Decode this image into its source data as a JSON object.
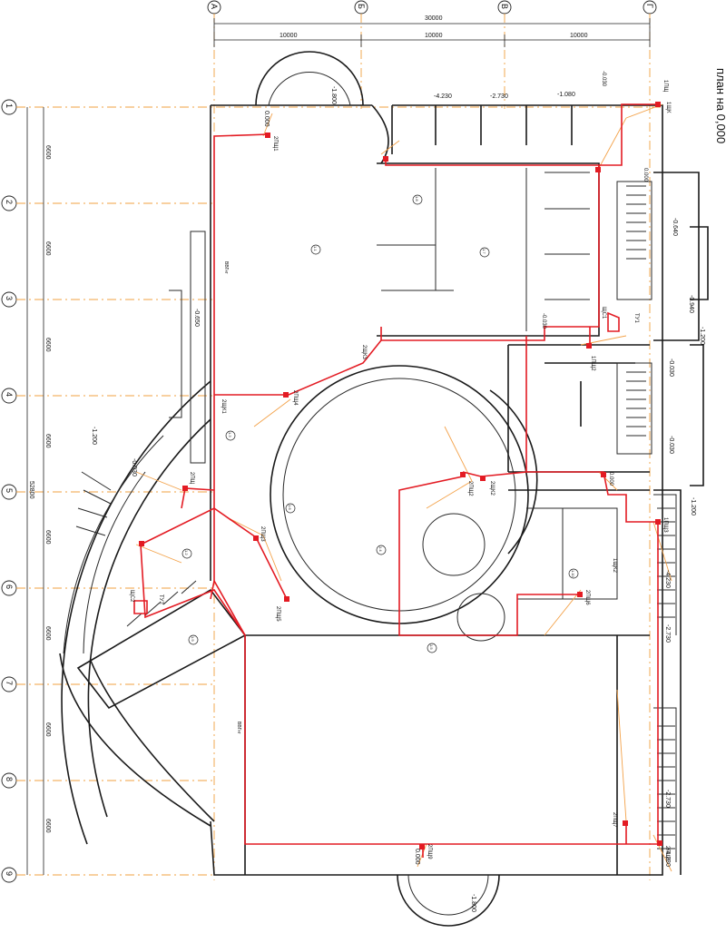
{
  "title": "план на 0,000",
  "axes_columns": [
    "А",
    "Б",
    "В",
    "Г"
  ],
  "axes_rows": [
    "1",
    "2",
    "3",
    "4",
    "5",
    "6",
    "7",
    "8",
    "9"
  ],
  "dimensions": {
    "overall_top": "30000",
    "top_spans": [
      "10000",
      "10000",
      "10000"
    ],
    "overall_left": "52800",
    "left_spans": [
      "6600",
      "6600",
      "6600",
      "6600",
      "6600",
      "6600",
      "6600",
      "6600"
    ]
  },
  "levels": {
    "top_stair_right": "-1.800",
    "top_left": "0.000",
    "top_box_1": "-4.230",
    "top_box_2": "-2.730",
    "top_box_3": "-1.080",
    "top_right_a": "-0.030",
    "right_side_1": "0.000",
    "right_side_2": "-0.640",
    "right_side_3": "-0.940",
    "right_side_4": "-1.200",
    "right_side_5": "-0.030",
    "right_side_6": "-0.030",
    "right_side_7": "-1.200",
    "right_side_8": "-4.230",
    "right_side_9": "-2.730",
    "right_side_10": "-2.730",
    "right_side_11": "-4.230",
    "left_mid": "-0.650",
    "left_arc": "-1.200",
    "left_low": "-0.030",
    "bottom_mid": "0.000",
    "bottom_stair": "-1.800",
    "center_right": "0.000",
    "mid_right": "-0.030"
  },
  "equipment": [
    {
      "id": "ep1",
      "label": "2ПЩ1"
    },
    {
      "id": "ep2",
      "label": "2ЩК3"
    },
    {
      "id": "ep3",
      "label": "2ПЩ4"
    },
    {
      "id": "ep4",
      "label": "2ЩК1"
    },
    {
      "id": "ep5",
      "label": "2ПЩ2"
    },
    {
      "id": "ep6",
      "label": "2ЩК2"
    },
    {
      "id": "ep7",
      "label": "2ПЩ3"
    },
    {
      "id": "ep8",
      "label": "2ПЩ5"
    },
    {
      "id": "ep9",
      "label": "2ПЩ6"
    },
    {
      "id": "ep10",
      "label": "2ПЩ7"
    },
    {
      "id": "ep11",
      "label": "2ПЩ8"
    },
    {
      "id": "ep12",
      "label": "2ПЩ9"
    },
    {
      "id": "ep13",
      "label": "1ПЩ"
    },
    {
      "id": "ep14",
      "label": "1ЩК"
    },
    {
      "id": "ep15",
      "label": "1ПЩ2"
    },
    {
      "id": "ep16",
      "label": "1ЩК2"
    },
    {
      "id": "ep17",
      "label": "1ПЩ3"
    },
    {
      "id": "ep18",
      "label": "2ПЩ"
    }
  ],
  "panels": [
    {
      "id": "ty1",
      "label": "ТУ1",
      "sub": "ЩС1"
    },
    {
      "id": "ty2",
      "label": "ТУ2",
      "sub": "ЩС2"
    }
  ],
  "cable_tag": "ВВГнг",
  "room_tags": [
    "1.1",
    "1.2",
    "1.3",
    "1.4",
    "1.5",
    "1.6",
    "1.7",
    "1.8",
    "1.9",
    "1.10"
  ],
  "colors": {
    "walls": "#1a1a1a",
    "axes": "#f0a040",
    "cabling": "#e31b23",
    "leaders": "#f3a24a"
  }
}
